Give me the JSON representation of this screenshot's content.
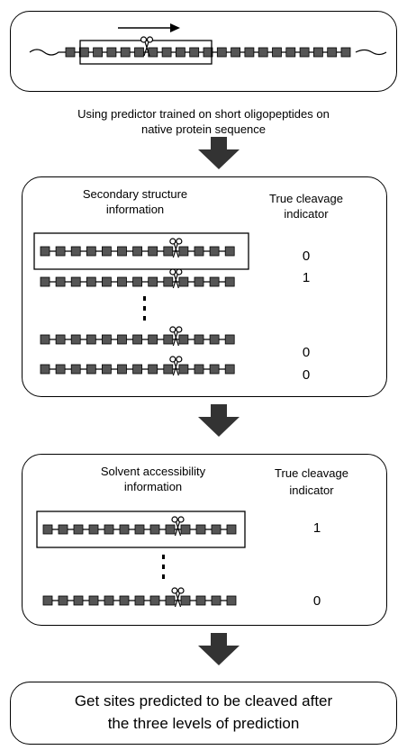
{
  "step_note": {
    "line1": "Using predictor trained on short oligopeptides on",
    "line2": "native protein sequence"
  },
  "panel_secondary": {
    "header_left_line1": "Secondary structure",
    "header_left_line2": "information",
    "header_right_line1": "True cleavage",
    "header_right_line2": "indicator",
    "indicators": [
      "0",
      "1",
      "0",
      "0"
    ]
  },
  "panel_solvent": {
    "header_left_line1": "Solvent accessibility",
    "header_left_line2": "information",
    "header_right_line1": "True cleavage",
    "header_right_line2": "indicator",
    "indicators": [
      "1",
      "0"
    ]
  },
  "result": {
    "line1": "Get sites predicted to be cleaved after",
    "line2": "the three levels of prediction"
  },
  "colors": {
    "residue_fill": "#555555",
    "outline": "#000000",
    "arrow_fill": "#333333"
  }
}
